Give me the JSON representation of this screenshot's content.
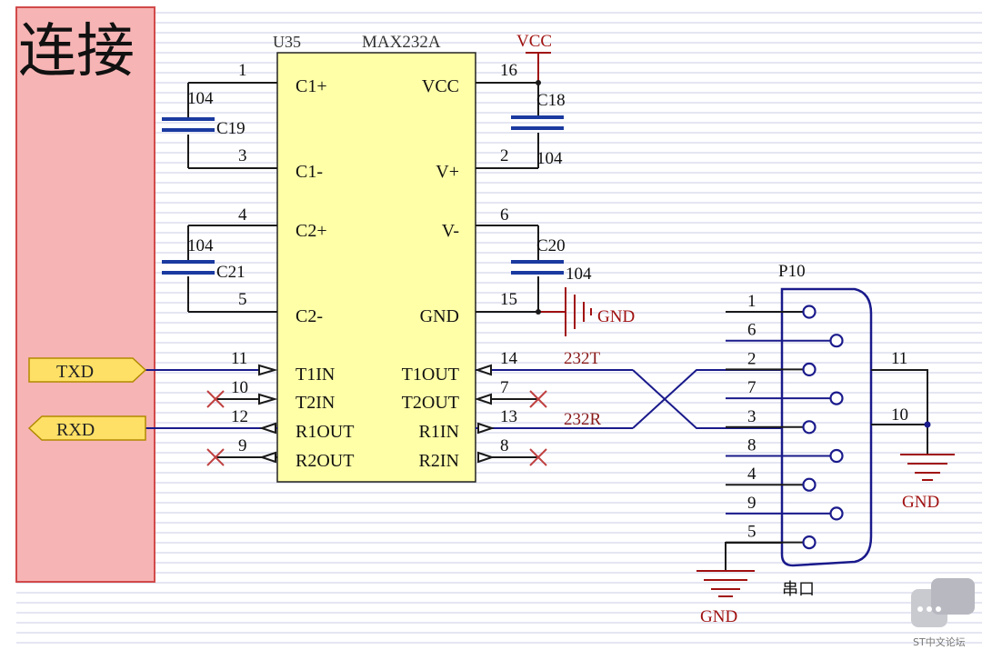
{
  "banner": {
    "title": "连接"
  },
  "ic": {
    "ref": "U35",
    "part": "MAX232A"
  },
  "power": {
    "vcc": "VCC",
    "gnd": "GND"
  },
  "pins": {
    "c1p": {
      "num": "1",
      "name": "C1+"
    },
    "c1m": {
      "num": "3",
      "name": "C1-"
    },
    "c2p": {
      "num": "4",
      "name": "C2+"
    },
    "c2m": {
      "num": "5",
      "name": "C2-"
    },
    "t1in": {
      "num": "11",
      "name": "T1IN"
    },
    "t2in": {
      "num": "10",
      "name": "T2IN"
    },
    "r1out": {
      "num": "12",
      "name": "R1OUT"
    },
    "r2out": {
      "num": "9",
      "name": "R2OUT"
    },
    "vcc": {
      "num": "16",
      "name": "VCC"
    },
    "vplus": {
      "num": "2",
      "name": "V+"
    },
    "vminus": {
      "num": "6",
      "name": "V-"
    },
    "gnd": {
      "num": "15",
      "name": "GND"
    },
    "t1out": {
      "num": "14",
      "name": "T1OUT"
    },
    "t2out": {
      "num": "7",
      "name": "T2OUT"
    },
    "r1in": {
      "num": "13",
      "name": "R1IN"
    },
    "r2in": {
      "num": "8",
      "name": "R2IN"
    }
  },
  "caps": {
    "c19": {
      "ref": "C19",
      "value": "104"
    },
    "c21": {
      "ref": "C21",
      "value": "104"
    },
    "c18": {
      "ref": "C18",
      "value": "104"
    },
    "c20": {
      "ref": "C20",
      "value": "104"
    }
  },
  "ports": {
    "txd": "TXD",
    "rxd": "RXD"
  },
  "nets": {
    "t232": "232T",
    "r232": "232R",
    "n11": "11",
    "n10": "10"
  },
  "connector": {
    "ref": "P10",
    "label": "串口",
    "pins": [
      "1",
      "6",
      "2",
      "7",
      "3",
      "8",
      "4",
      "9",
      "5"
    ]
  },
  "watermark": {
    "text": "ST中文论坛"
  },
  "colors": {
    "wire": "#1a1a8c",
    "ic_fill": "#ffffa8",
    "banner_fill": "#f7b4b4",
    "label": "#8a1a1a",
    "port_fill": "#ffe066",
    "gnd_red": "#a01010",
    "cross": "#c04040",
    "rule": "#c9cce4"
  }
}
